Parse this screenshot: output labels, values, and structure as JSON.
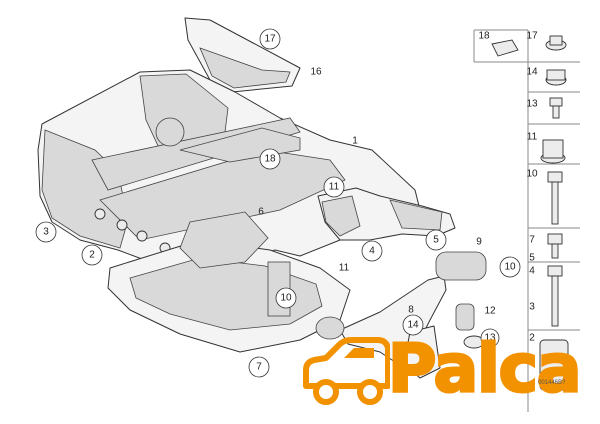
{
  "diagram": {
    "callouts": {
      "c1": "1",
      "c2": "2",
      "c3": "3",
      "c4": "4",
      "c5": "5",
      "c6": "6",
      "c7": "7",
      "c8": "8",
      "c9": "9",
      "c10a": "10",
      "c10b": "10",
      "c11a": "11",
      "c11b": "11",
      "c12": "12",
      "c13": "13",
      "c14": "14",
      "c16": "16",
      "c17": "17",
      "c18": "18"
    },
    "hardware_labels": {
      "h18": "18",
      "h17": "17",
      "h14": "14",
      "h13": "13",
      "h11": "11",
      "h10": "10",
      "h7": "7",
      "h5": "5",
      "h4": "4",
      "h3": "3",
      "h2": "2"
    },
    "page_ref": "001446B?"
  },
  "logo": {
    "wordmark": "Palca",
    "brand_color": "#f39200",
    "icon": "car-icon"
  }
}
